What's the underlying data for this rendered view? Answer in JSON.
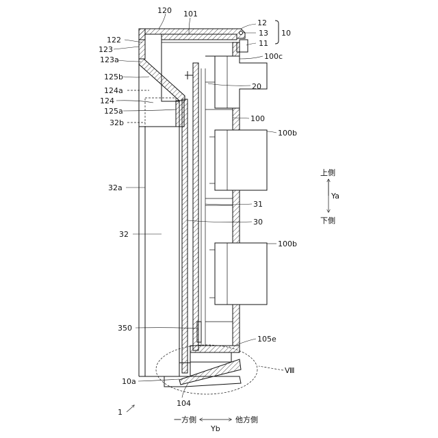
{
  "figure": {
    "labels": {
      "l120": "120",
      "l101": "101",
      "l12": "12",
      "l13": "13",
      "l10": "10",
      "l11": "11",
      "l122": "122",
      "l123": "123",
      "l123a": "123a",
      "l100c": "100c",
      "l125b": "125b",
      "l20": "20",
      "l124a": "124a",
      "l124": "124",
      "l125a": "125a",
      "l100": "100",
      "l32b": "32b",
      "l100b_top": "100b",
      "l32a": "32a",
      "l31": "31",
      "l30": "30",
      "l32": "32",
      "l100b_mid": "100b",
      "l350": "350",
      "l105e": "105e",
      "l8": "Ⅷ",
      "l10a": "10a",
      "l104": "104",
      "l1": "1"
    },
    "axis_ya": {
      "up": "上側",
      "name": "Ya",
      "down": "下側"
    },
    "axis_yb": {
      "left": "一方側",
      "name": "Yb",
      "right": "他方側"
    }
  }
}
